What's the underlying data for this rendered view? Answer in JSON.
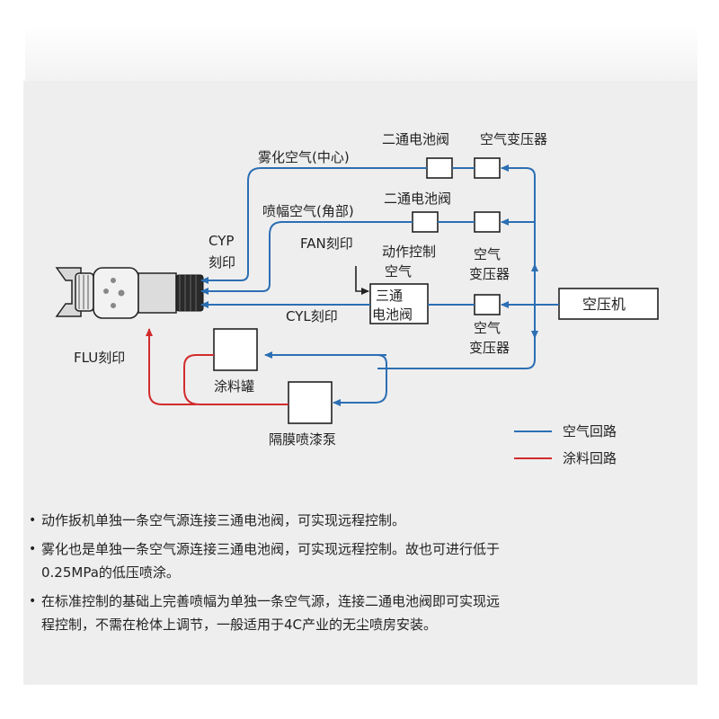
{
  "diagram": {
    "labels": {
      "atomize_air": "雾化空气(中心)",
      "fan_air": "喷幅空气(角部)",
      "valve_2way_1": "二通电池阀",
      "regulator_1": "空气变压器",
      "valve_2way_2": "二通电池阀",
      "cyp_1": "CYP",
      "cyp_2": "刻印",
      "fan_mark": "FAN刻印",
      "action_ctrl_1": "动作控制",
      "action_ctrl_2": "空气",
      "regulator_2_1": "空气",
      "regulator_2_2": "变压器",
      "valve_3way_1": "三通",
      "valve_3way_2": "电池阀",
      "cyl_mark": "CYL刻印",
      "regulator_3_1": "空气",
      "regulator_3_2": "变压器",
      "compressor": "空压机",
      "flu_mark": "FLU刻印",
      "paint_tank": "涂料罐",
      "pump": "隔膜喷漆泵"
    },
    "legend": {
      "air": "空气回路",
      "paint": "涂料回路"
    },
    "colors": {
      "air": "#2c6fb3",
      "paint": "#d22b2b",
      "line": "#222222"
    }
  },
  "notes": [
    "动作扳机单独一条空气源连接三通电池阀，可实现远程控制。",
    "雾化也是单独一条空气源连接三通电池阀，可实现远程控制。故也可进行低于\n0.25MPa的低压喷涂。",
    "在标准控制的基础上完善喷幅为单独一条空气源，连接二通电池阀即可实现远\n程控制，不需在枪体上调节，一般适用于4C产业的无尘喷房安装。"
  ]
}
